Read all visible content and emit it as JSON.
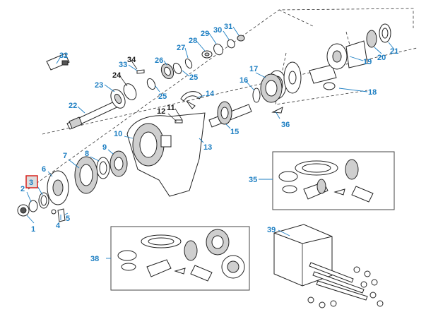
{
  "callouts": [
    {
      "id": "c1",
      "label": "1",
      "color": "blue"
    },
    {
      "id": "c2",
      "label": "2",
      "color": "blue"
    },
    {
      "id": "c3",
      "label": "3",
      "color": "blue",
      "highlighted": true
    },
    {
      "id": "c4",
      "label": "4",
      "color": "blue"
    },
    {
      "id": "c5",
      "label": "5",
      "color": "blue"
    },
    {
      "id": "c6",
      "label": "6",
      "color": "blue"
    },
    {
      "id": "c7",
      "label": "7",
      "color": "blue"
    },
    {
      "id": "c8",
      "label": "8",
      "color": "blue"
    },
    {
      "id": "c9",
      "label": "9",
      "color": "blue"
    },
    {
      "id": "c10",
      "label": "10",
      "color": "blue"
    },
    {
      "id": "c11",
      "label": "11",
      "color": "black"
    },
    {
      "id": "c12",
      "label": "12",
      "color": "black"
    },
    {
      "id": "c13",
      "label": "13",
      "color": "blue"
    },
    {
      "id": "c14",
      "label": "14",
      "color": "blue"
    },
    {
      "id": "c15",
      "label": "15",
      "color": "blue"
    },
    {
      "id": "c16",
      "label": "16",
      "color": "blue"
    },
    {
      "id": "c17",
      "label": "17",
      "color": "blue"
    },
    {
      "id": "c18",
      "label": "18",
      "color": "blue"
    },
    {
      "id": "c19",
      "label": "19",
      "color": "blue"
    },
    {
      "id": "c20",
      "label": "20",
      "color": "blue"
    },
    {
      "id": "c21",
      "label": "21",
      "color": "blue"
    },
    {
      "id": "c22",
      "label": "22",
      "color": "blue"
    },
    {
      "id": "c23",
      "label": "23",
      "color": "blue"
    },
    {
      "id": "c24",
      "label": "24",
      "color": "black"
    },
    {
      "id": "c25a",
      "label": "25",
      "color": "blue"
    },
    {
      "id": "c25b",
      "label": "25",
      "color": "blue"
    },
    {
      "id": "c26",
      "label": "26",
      "color": "blue"
    },
    {
      "id": "c27",
      "label": "27",
      "color": "blue"
    },
    {
      "id": "c28",
      "label": "28",
      "color": "blue"
    },
    {
      "id": "c29",
      "label": "29",
      "color": "blue"
    },
    {
      "id": "c30",
      "label": "30",
      "color": "blue"
    },
    {
      "id": "c31",
      "label": "31",
      "color": "blue"
    },
    {
      "id": "c32",
      "label": "32",
      "color": "blue"
    },
    {
      "id": "c33",
      "label": "33",
      "color": "blue"
    },
    {
      "id": "c34",
      "label": "34",
      "color": "black"
    },
    {
      "id": "c35",
      "label": "35",
      "color": "blue"
    },
    {
      "id": "c36",
      "label": "36",
      "color": "blue"
    },
    {
      "id": "c38",
      "label": "38",
      "color": "blue"
    },
    {
      "id": "c39",
      "label": "39",
      "color": "blue"
    }
  ],
  "colors": {
    "callout_blue": "#1c7ec2",
    "callout_black": "#1a1a1a",
    "highlight_border": "#d9231d"
  }
}
